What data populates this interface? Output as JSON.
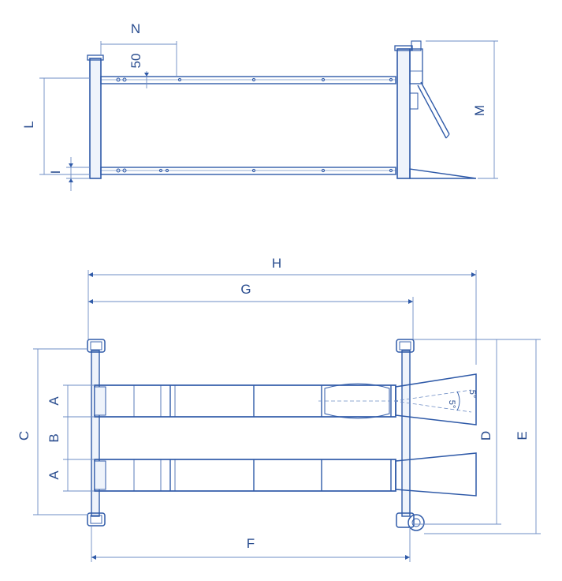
{
  "colors": {
    "line": "#2f5aa8",
    "dimension": "#6d8cc4",
    "text": "#2a4d8f",
    "fill": "#eef3fb"
  },
  "side_view": {
    "labels": {
      "N": "N",
      "fifty": "50",
      "L": "L",
      "I": "I",
      "M": "M"
    }
  },
  "top_view": {
    "labels": {
      "H": "H",
      "G": "G",
      "C": "C",
      "A1": "A",
      "B": "B",
      "A2": "A",
      "D": "D",
      "E": "E",
      "F": "F",
      "deg_upper": "5°",
      "deg_lower": "5°"
    }
  }
}
